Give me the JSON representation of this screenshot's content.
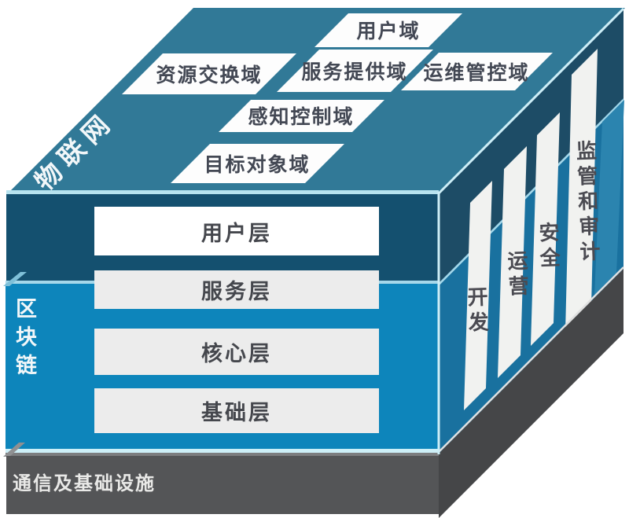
{
  "diagram": {
    "title_implicit": "IoT + Blockchain layered architecture cube",
    "top_face": {
      "edge_label": "物联网",
      "domains": [
        "用户域",
        "资源交换域",
        "服务提供域",
        "运维管控域",
        "感知控制域",
        "目标对象域"
      ]
    },
    "front_face": {
      "edge_label": "区块链",
      "layers": [
        "用户层",
        "服务层",
        "核心层",
        "基础层"
      ]
    },
    "side_face": {
      "pillars": [
        "开发",
        "运营",
        "安全",
        "监管和审计"
      ]
    },
    "base": {
      "label": "通信及基础设施"
    },
    "colors": {
      "top_face_teal": "#317997",
      "front_upper_navy": "#14506f",
      "front_lower_blue": "#0d85bb",
      "side_upper_navy": "#1d4c66",
      "side_lower_blue": "#19719f",
      "base_front_gray": "#545557",
      "base_side_gray": "#454648",
      "pillar_white": "#f1f2f0",
      "extra_pillar_blue": "#2b84af",
      "highlight_cyan": "#cdeff7",
      "label_box_white": "#fdfdfd",
      "dark_label_text": "#45474d",
      "light_label_text": "#f2f7f9"
    }
  }
}
